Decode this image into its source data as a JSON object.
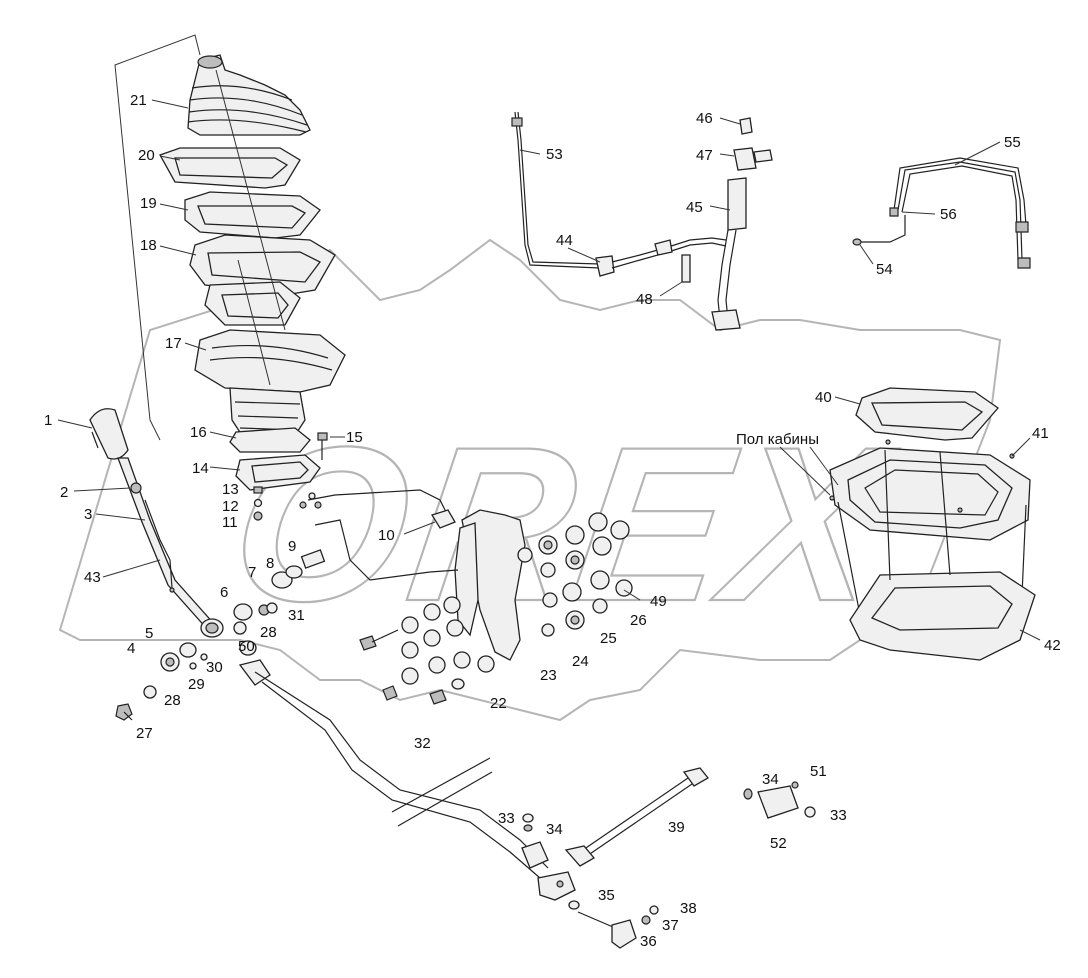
{
  "diagram": {
    "note_label": "Пол кабины",
    "watermark": "OREX",
    "callouts": [
      {
        "id": "c1",
        "text": "1"
      },
      {
        "id": "c2",
        "text": "2"
      },
      {
        "id": "c3",
        "text": "3"
      },
      {
        "id": "c4",
        "text": "4"
      },
      {
        "id": "c5",
        "text": "5"
      },
      {
        "id": "c6",
        "text": "6"
      },
      {
        "id": "c7",
        "text": "7"
      },
      {
        "id": "c8",
        "text": "8"
      },
      {
        "id": "c9",
        "text": "9"
      },
      {
        "id": "c10",
        "text": "10"
      },
      {
        "id": "c11",
        "text": "11"
      },
      {
        "id": "c12",
        "text": "12"
      },
      {
        "id": "c13",
        "text": "13"
      },
      {
        "id": "c14",
        "text": "14"
      },
      {
        "id": "c15",
        "text": "15"
      },
      {
        "id": "c16",
        "text": "16"
      },
      {
        "id": "c17",
        "text": "17"
      },
      {
        "id": "c18",
        "text": "18"
      },
      {
        "id": "c19",
        "text": "19"
      },
      {
        "id": "c20",
        "text": "20"
      },
      {
        "id": "c21",
        "text": "21"
      },
      {
        "id": "c22",
        "text": "22"
      },
      {
        "id": "c23",
        "text": "23"
      },
      {
        "id": "c24",
        "text": "24"
      },
      {
        "id": "c25",
        "text": "25"
      },
      {
        "id": "c26",
        "text": "26"
      },
      {
        "id": "c27",
        "text": "27"
      },
      {
        "id": "c28a",
        "text": "28"
      },
      {
        "id": "c28b",
        "text": "28"
      },
      {
        "id": "c29",
        "text": "29"
      },
      {
        "id": "c30",
        "text": "30"
      },
      {
        "id": "c31",
        "text": "31"
      },
      {
        "id": "c32",
        "text": "32"
      },
      {
        "id": "c33a",
        "text": "33"
      },
      {
        "id": "c33b",
        "text": "33"
      },
      {
        "id": "c34a",
        "text": "34"
      },
      {
        "id": "c34b",
        "text": "34"
      },
      {
        "id": "c35",
        "text": "35"
      },
      {
        "id": "c36",
        "text": "36"
      },
      {
        "id": "c37",
        "text": "37"
      },
      {
        "id": "c38",
        "text": "38"
      },
      {
        "id": "c39",
        "text": "39"
      },
      {
        "id": "c40",
        "text": "40"
      },
      {
        "id": "c41",
        "text": "41"
      },
      {
        "id": "c42",
        "text": "42"
      },
      {
        "id": "c43",
        "text": "43"
      },
      {
        "id": "c44",
        "text": "44"
      },
      {
        "id": "c45",
        "text": "45"
      },
      {
        "id": "c46",
        "text": "46"
      },
      {
        "id": "c47",
        "text": "47"
      },
      {
        "id": "c48",
        "text": "48"
      },
      {
        "id": "c49",
        "text": "49"
      },
      {
        "id": "c50",
        "text": "50"
      },
      {
        "id": "c51",
        "text": "51"
      },
      {
        "id": "c52",
        "text": "52"
      },
      {
        "id": "c53",
        "text": "53"
      },
      {
        "id": "c54",
        "text": "54"
      },
      {
        "id": "c55",
        "text": "55"
      },
      {
        "id": "c56",
        "text": "56"
      }
    ]
  }
}
